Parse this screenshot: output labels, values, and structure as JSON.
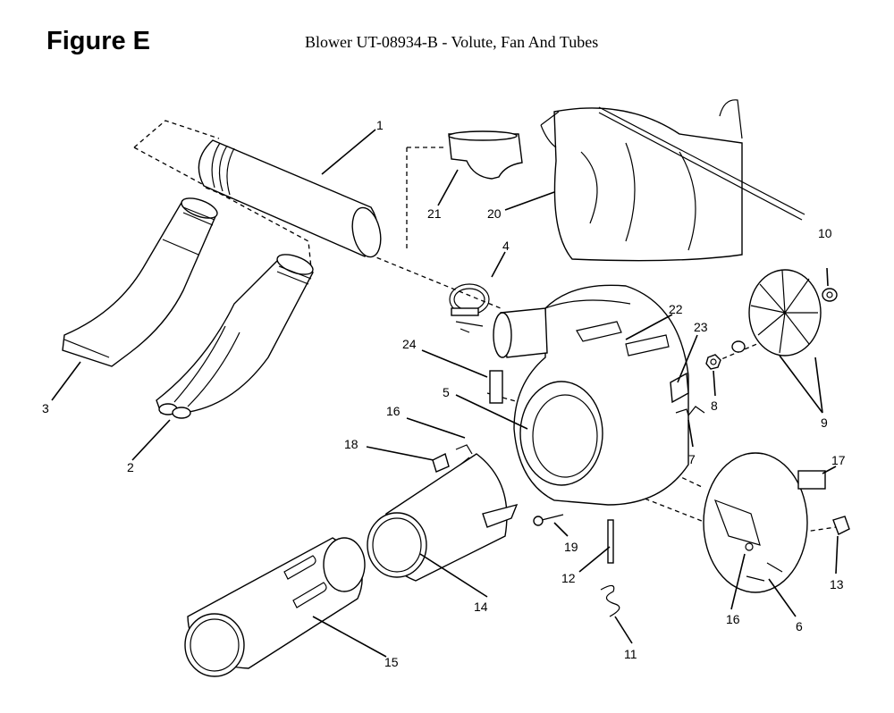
{
  "figure_label": "Figure E",
  "title": "Blower UT-08934-B  - Volute, Fan And Tubes",
  "callouts": {
    "c1": "1",
    "c2": "2",
    "c3": "3",
    "c4": "4",
    "c5": "5",
    "c6": "6",
    "c7": "7",
    "c8": "8",
    "c9": "9",
    "c10": "10",
    "c11": "11",
    "c12": "12",
    "c13": "13",
    "c14": "14",
    "c15": "15",
    "c16a": "16",
    "c16b": "16",
    "c17": "17",
    "c18": "18",
    "c19": "19",
    "c20": "20",
    "c21": "21",
    "c22": "22",
    "c23": "23",
    "c24": "24"
  }
}
